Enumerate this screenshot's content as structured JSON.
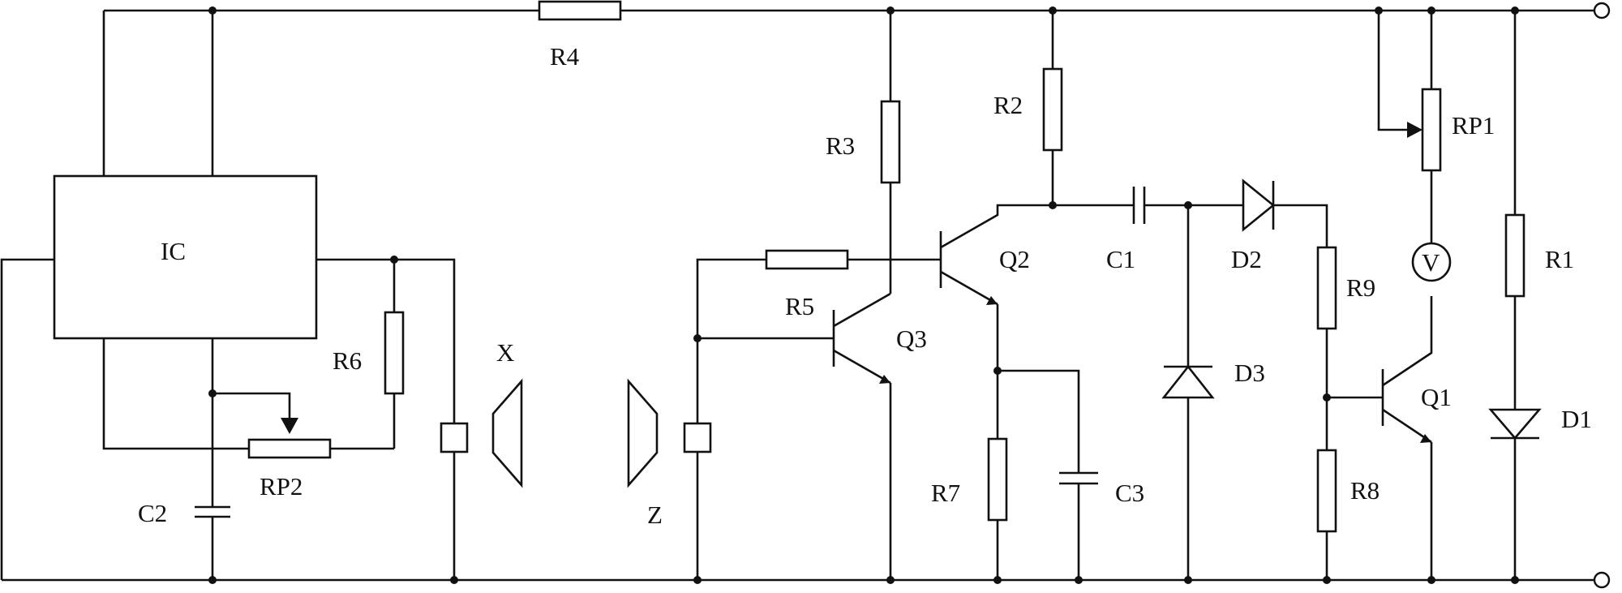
{
  "labels": {
    "ic": "IC",
    "r1": "R1",
    "r2": "R2",
    "r3": "R3",
    "r4": "R4",
    "r5": "R5",
    "r6": "R6",
    "r7": "R7",
    "r8": "R8",
    "r9": "R9",
    "rp1": "RP1",
    "rp2": "RP2",
    "c1": "C1",
    "c2": "C2",
    "c3": "C3",
    "d1": "D1",
    "d2": "D2",
    "d3": "D3",
    "q1": "Q1",
    "q2": "Q2",
    "q3": "Q3",
    "v": "V",
    "x": "X",
    "z": "Z"
  }
}
